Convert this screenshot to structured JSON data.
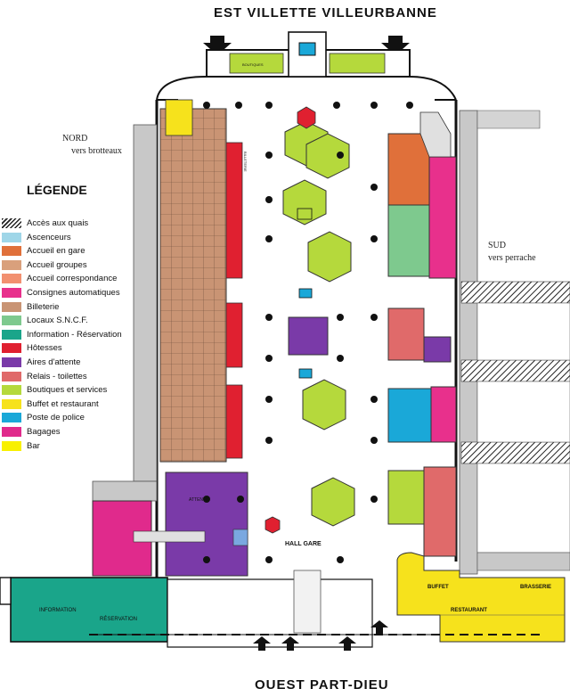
{
  "directions": {
    "top": "EST   VILLETTE   VILLEURBANNE",
    "bottom": "OUEST PART-DIEU"
  },
  "side_labels": {
    "north_title": "NORD",
    "north_sub": "vers brotteaux",
    "south_title": "SUD",
    "south_sub": "vers perrache"
  },
  "legend": {
    "title": "LÉGENDE",
    "items": [
      {
        "label": "Accès aux quais",
        "color": "#2a2a2a",
        "pattern": "hatch"
      },
      {
        "label": "Ascenceurs",
        "color": "#9fd6e8"
      },
      {
        "label": "Accueil en gare",
        "color": "#e0703a"
      },
      {
        "label": "Accueil groupes",
        "color": "#d9a07c"
      },
      {
        "label": "Accueil correspondance",
        "color": "#f29070"
      },
      {
        "label": "Consignes automatiques",
        "color": "#e8308c"
      },
      {
        "label": "Billeterie",
        "color": "#c99474"
      },
      {
        "label": "Locaux S.N.C.F.",
        "color": "#7ec98e"
      },
      {
        "label": "Information - Réservation",
        "color": "#1aa58a"
      },
      {
        "label": "Hôtesses",
        "color": "#e02030"
      },
      {
        "label": "Aires d'attente",
        "color": "#7a3aa8"
      },
      {
        "label": "Relais - toilettes",
        "color": "#e06a6a"
      },
      {
        "label": "Boutiques et services",
        "color": "#b5d93c"
      },
      {
        "label": "Buffet et restaurant",
        "color": "#f6e21c"
      },
      {
        "label": "Poste de police",
        "color": "#1aa8d8"
      },
      {
        "label": "Bagages",
        "color": "#e02a8c"
      },
      {
        "label": "Bar",
        "color": "#f8f000"
      }
    ]
  },
  "map_labels": {
    "hall_gare": "HALL GARE",
    "information": "INFORMATION",
    "reservation": "RÉSERVATION",
    "buffet": "BUFFET",
    "restaurant": "RESTAURANT",
    "brasserie": "BRASSERIE",
    "billeterie": "BILLETERIE",
    "boutiques": "BOUTIQUES",
    "attente": "ATTENTE"
  },
  "colors": {
    "wall": "#111111",
    "billeterie": "#c99474",
    "consignes": "#e8308c",
    "hotesses": "#e02030",
    "attente": "#7a3aa8",
    "relais": "#e06a6a",
    "boutiques": "#b5d93c",
    "buffet": "#f6e21c",
    "police": "#1aa8d8",
    "information": "#1aa58a",
    "locaux": "#7ec98e",
    "accueil": "#e0703a",
    "ascenseur": "#9fd6e8"
  }
}
